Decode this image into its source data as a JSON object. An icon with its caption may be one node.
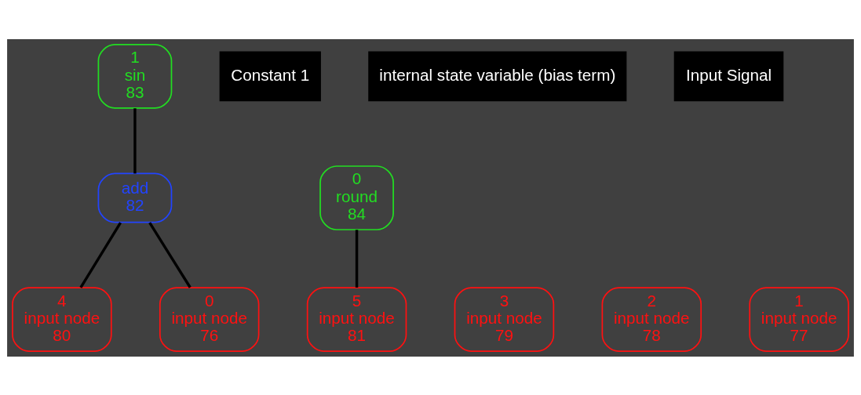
{
  "diagram": {
    "nodes": [
      {
        "text": [
          "1",
          "sin",
          "83"
        ]
      },
      {
        "text": [
          "0",
          "round",
          "84"
        ]
      },
      {
        "text": [
          "add",
          "82"
        ]
      },
      {
        "text": [
          "5",
          "input node",
          "81"
        ]
      },
      {
        "text": [
          "4",
          "input node",
          "80"
        ]
      },
      {
        "text": [
          "3",
          "input node",
          "79"
        ]
      },
      {
        "text": [
          "2",
          "input node",
          "78"
        ]
      },
      {
        "text": [
          "1",
          "input node",
          "77"
        ]
      },
      {
        "text": [
          "0",
          "input node",
          "76"
        ]
      },
      {
        "text": [
          "Constant 1"
        ]
      },
      {
        "text": [
          "internal state variable (bias term)"
        ]
      },
      {
        "text": [
          "Input Signal"
        ]
      }
    ],
    "edges": [
      {
        "from": 1,
        "to": 3,
        "arrow": "none"
      },
      {
        "from": 0,
        "to": 2,
        "arrow": "none"
      },
      {
        "from": 2,
        "to": 4,
        "arrow": "none"
      },
      {
        "from": 2,
        "to": 8,
        "arrow": "none"
      }
    ]
  }
}
